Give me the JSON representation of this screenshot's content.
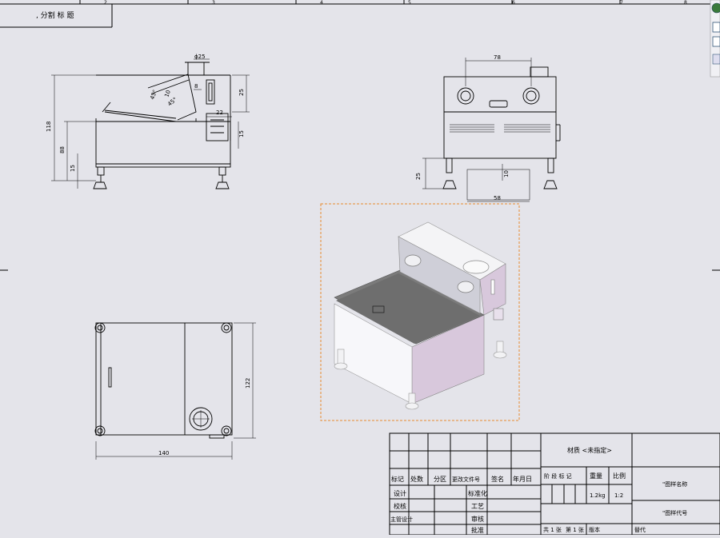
{
  "sheet": {
    "corner_label": ",  分割 标 题",
    "ruler_numbers": [
      "2",
      "3",
      "4",
      "5",
      "6",
      "7",
      "8"
    ]
  },
  "dimensions": {
    "side_diameter": "ϕ25",
    "side_small": "8",
    "side_angle1": "45°",
    "side_angle2": "45°",
    "side_len": "10",
    "side_w22": "22",
    "side_h25": "25",
    "side_h15": "15",
    "side_total_h": "118",
    "side_h88": "88",
    "side_h15b": "15",
    "front_w78": "78",
    "front_h25": "25",
    "front_h10": "10",
    "front_w58": "58",
    "top_h122": "122",
    "top_w140": "140"
  },
  "title_block": {
    "material": "材质 <未指定>",
    "drawing_name": "\"图样名称",
    "drawing_number": "\"图样代号",
    "header_cells": [
      "标记",
      "处数",
      "分区",
      "更改文件号",
      "签名",
      "年月日"
    ],
    "row_labels": [
      "设计",
      "校核",
      "主管设计"
    ],
    "row_mid_labels": [
      "标准化",
      "工艺",
      "审核",
      "批准"
    ],
    "stage_label": "阶 段 标 记",
    "weight_label": "重量",
    "scale_label": "比例",
    "weight_value": "1.2kg",
    "scale_value": "1:2",
    "sheet_count": "共 1 张",
    "sheet_num": "第 1 张",
    "version": "版本",
    "replace": "替代"
  }
}
